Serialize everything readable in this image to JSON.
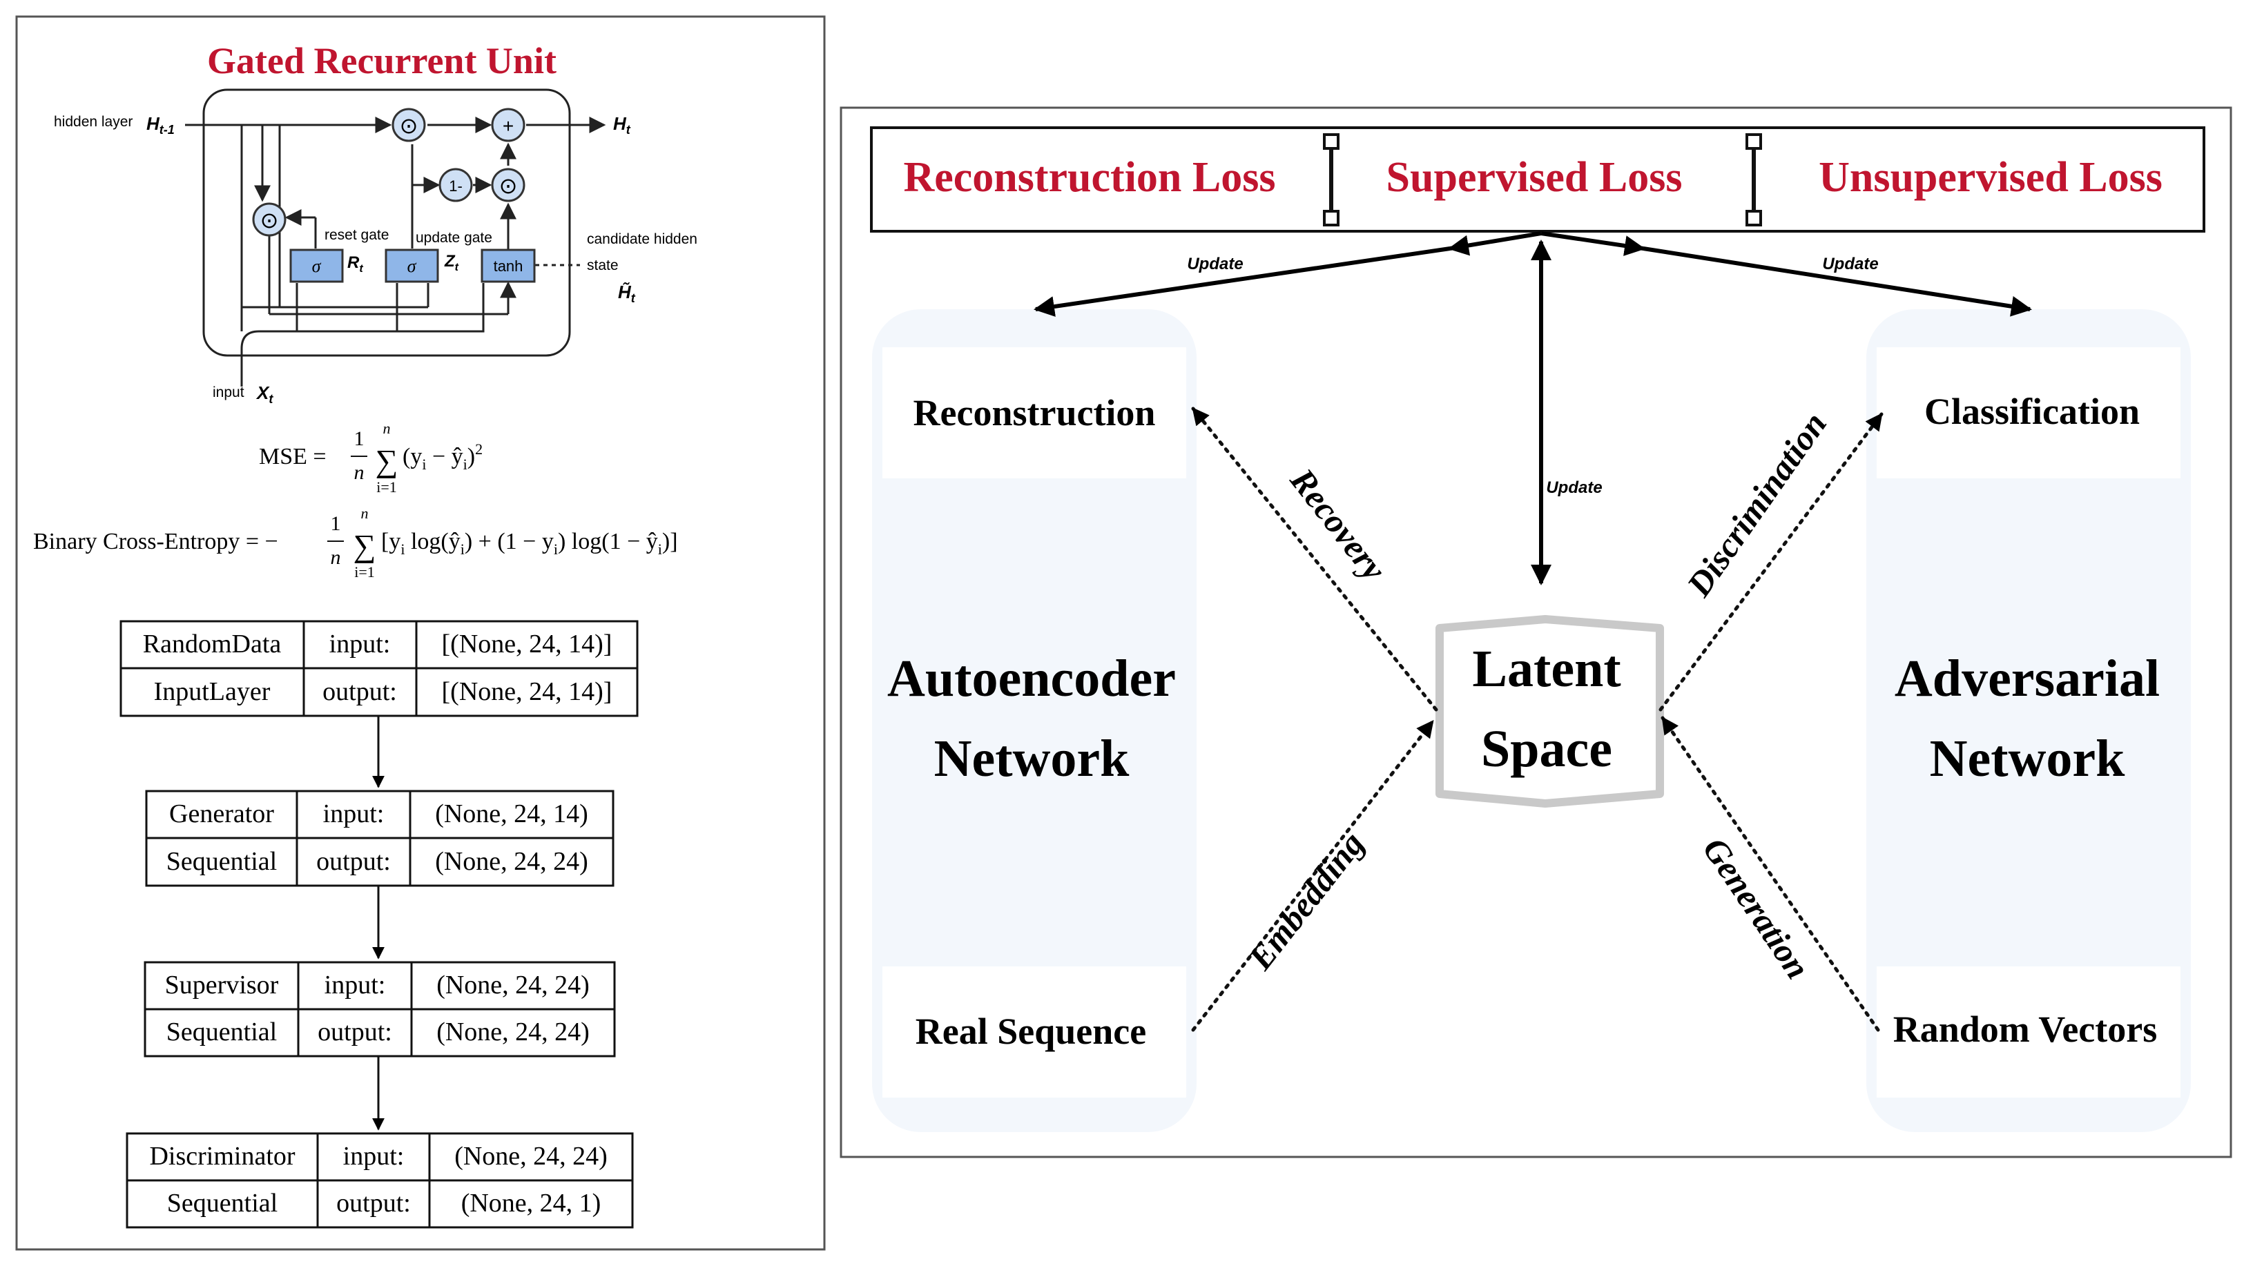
{
  "left": {
    "gru": {
      "title": "Gated Recurrent Unit",
      "hidden_layer": "hidden layer",
      "h_prev": "H",
      "h_prev_sub": "t-1",
      "h_t": "H",
      "h_t_sub": "t",
      "reset_gate": "reset gate",
      "update_gate": "update gate",
      "candidate_hidden": "candidate hidden",
      "state": "state",
      "h_tilde": "H̃",
      "h_tilde_sub": "t",
      "input": "input",
      "x_t": "X",
      "x_t_sub": "t",
      "sigma": "σ",
      "tanh": "tanh",
      "r_t": "R",
      "r_t_sub": "t",
      "z_t": "Z",
      "z_t_sub": "t",
      "odot": "⊙",
      "plus": "+",
      "one_minus": "1-"
    },
    "mse": {
      "lhs": "MSE =",
      "frac_num": "1",
      "frac_den": "n",
      "sum_top": "n",
      "sum_bottom": "i=1",
      "term": "(y",
      "term_i": "i",
      "minus": " − ŷ",
      "hat_i": "i",
      "close": ")",
      "power": "2"
    },
    "bce": {
      "lhs": "Binary Cross-Entropy = −",
      "frac_num": "1",
      "frac_den": "n",
      "sum_top": "n",
      "sum_bottom": "i=1",
      "expr_a": "[y",
      "expr_a_i": "i",
      "expr_b": " log(ŷ",
      "expr_b_i": "i",
      "expr_c": ") + (1 − y",
      "expr_c_i": "i",
      "expr_d": ") log(1 − ŷ",
      "expr_d_i": "i",
      "expr_e": ")]"
    },
    "model_blocks": [
      {
        "name": "RandomData",
        "type": "InputLayer",
        "input_label": "input:",
        "output_label": "output:",
        "input_shape": "[(None, 24, 14)]",
        "output_shape": "[(None, 24, 14)]"
      },
      {
        "name": "Generator",
        "type": "Sequential",
        "input_label": "input:",
        "output_label": "output:",
        "input_shape": "(None, 24, 14)",
        "output_shape": "(None, 24, 24)"
      },
      {
        "name": "Supervisor",
        "type": "Sequential",
        "input_label": "input:",
        "output_label": "output:",
        "input_shape": "(None, 24, 24)",
        "output_shape": "(None, 24, 24)"
      },
      {
        "name": "Discriminator",
        "type": "Sequential",
        "input_label": "input:",
        "output_label": "output:",
        "input_shape": "(None, 24, 24)",
        "output_shape": "(None, 24, 1)"
      }
    ]
  },
  "right": {
    "losses": [
      "Reconstruction Loss",
      "Supervised Loss",
      "Unsupervised Loss"
    ],
    "update_left": "Update",
    "update_center": "Update",
    "update_right": "Update",
    "autoencoder": {
      "title_line1": "Autoencoder",
      "title_line2": "Network",
      "top": "Reconstruction",
      "bottom": "Real Sequence"
    },
    "adversarial": {
      "title_line1": "Adversarial",
      "title_line2": "Network",
      "top": "Classification",
      "bottom": "Random Vectors"
    },
    "latent": {
      "line1": "Latent",
      "line2": "Space"
    },
    "arrows": {
      "recovery": "Recovery",
      "embedding": "Embedding",
      "discrimination": "Discrimination",
      "generation": "Generation"
    },
    "colors": {
      "loss_text": "#c0152f",
      "pill": "#f3f7fc",
      "pill_box": "#ffffff",
      "latent_border": "#c9c9c9"
    }
  }
}
